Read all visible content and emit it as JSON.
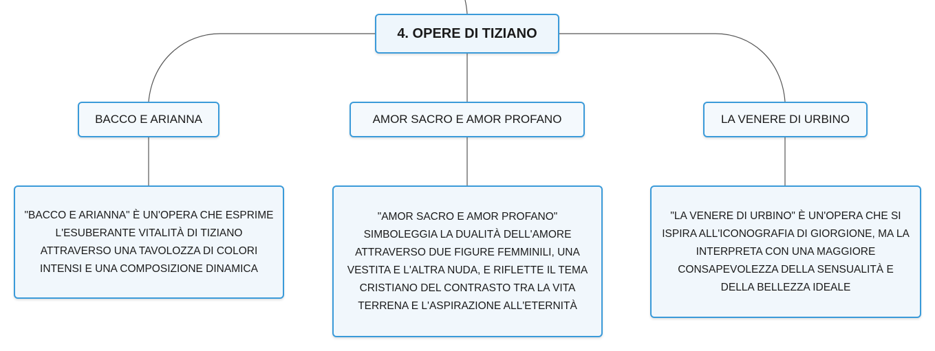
{
  "root": {
    "title": "4. OPERE DI TIZIANO"
  },
  "topics": [
    {
      "label": "BACCO E ARIANNA",
      "description": "\"BACCO E ARIANNA\" È UN'OPERA CHE ESPRIME L'ESUBERANTE VITALITÀ DI TIZIANO ATTRAVERSO UNA TAVOLOZZA DI COLORI INTENSI E UNA COMPOSIZIONE DINAMICA"
    },
    {
      "label": "AMOR SACRO E AMOR PROFANO",
      "description": "\"AMOR SACRO E AMOR PROFANO\" SIMBOLEGGIA LA DUALITÀ DELL'AMORE ATTRAVERSO DUE FIGURE FEMMINILI, UNA VESTITA E L'ALTRA NUDA, E RIFLETTE IL TEMA CRISTIANO DEL CONTRASTO TRA LA VITA TERRENA E L'ASPIRAZIONE ALL'ETERNITÀ"
    },
    {
      "label": "LA VENERE DI URBINO",
      "description": "\"LA VENERE DI URBINO\" È UN'OPERA CHE SI ISPIRA ALL'ICONOGRAFIA DI GIORGIONE, MA LA INTERPRETA CON UNA MAGGIORE CONSAPEVOLEZZA DELLA SENSUALITÀ E DELLA BELLEZZA IDEALE"
    }
  ],
  "colors": {
    "node_border": "#3a9ad9",
    "connector": "#555555"
  }
}
